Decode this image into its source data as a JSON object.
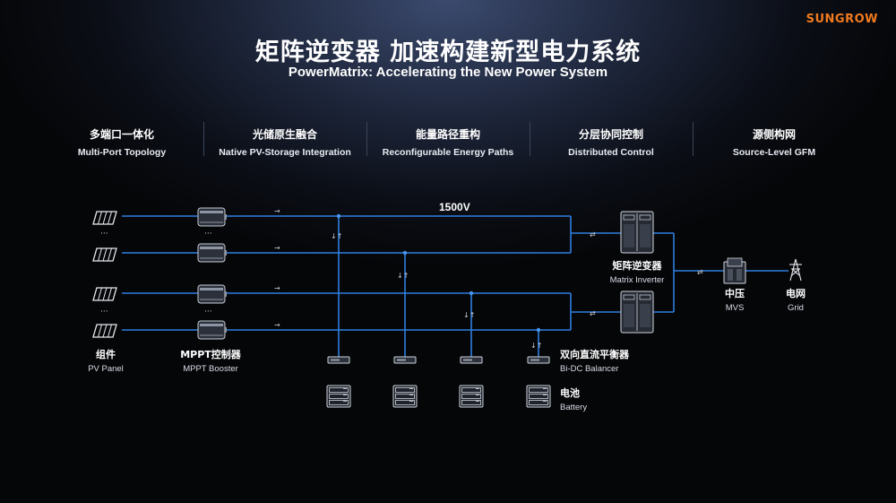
{
  "brand": {
    "logo_text": "SUNGROW",
    "accent_color": "#f07a1e"
  },
  "title": {
    "cn": "矩阵逆变器 加速构建新型电力系统",
    "en": "PowerMatrix: Accelerating the New Power System"
  },
  "features": [
    {
      "cn": "多端口一体化",
      "en": "Multi-Port Topology"
    },
    {
      "cn": "光储原生融合",
      "en": "Native PV-Storage Integration"
    },
    {
      "cn": "能量路径重构",
      "en": "Reconfigurable Energy Paths"
    },
    {
      "cn": "分层协同控制",
      "en": "Distributed Control"
    },
    {
      "cn": "源侧构网",
      "en": "Source-Level  GFM"
    }
  ],
  "diagram": {
    "voltage_label": "1500V",
    "line_color": "#2f7fe0",
    "labels": {
      "pv_panel": {
        "cn": "组件",
        "en": "PV Panel"
      },
      "mppt": {
        "cn": "MPPT控制器",
        "en": "MPPT Booster"
      },
      "matrix_inverter": {
        "cn": "矩阵逆变器",
        "en": "Matrix Inverter"
      },
      "mvs": {
        "cn": "中压",
        "en": "MVS"
      },
      "grid": {
        "cn": "电网",
        "en": "Grid"
      },
      "bidc": {
        "cn": "双向直流平衡器",
        "en": "Bi-DC Balancer"
      },
      "battery": {
        "cn": "电池",
        "en": "Battery"
      }
    },
    "ellipsis": "···",
    "arrow_right": "→",
    "arrow_updown": "↓↑",
    "arrow_bidir": "⇄"
  }
}
